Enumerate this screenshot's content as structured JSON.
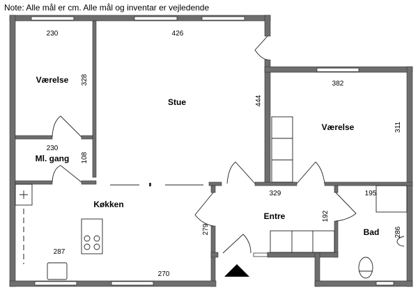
{
  "note": "Note: Alle mål er cm. Alle mål og inventar er vejledende",
  "rooms": {
    "vaerelse1": {
      "name": "Værelse",
      "width": "230",
      "depth": "328"
    },
    "stue": {
      "name": "Stue",
      "width": "426",
      "depth": "444"
    },
    "vaerelse2": {
      "name": "Værelse",
      "width": "382",
      "depth": "311"
    },
    "gang": {
      "name": "Ml. gang",
      "width": "230",
      "depth": "108"
    },
    "koekken": {
      "name": "Køkken",
      "width": "287",
      "width2": "270",
      "depth": "279"
    },
    "entre": {
      "name": "Entre",
      "width": "329",
      "depth": "192"
    },
    "bad": {
      "name": "Bad",
      "width": "195",
      "depth": "286"
    }
  },
  "colors": {
    "wall": "#6e6e6e",
    "background": "#ffffff"
  }
}
